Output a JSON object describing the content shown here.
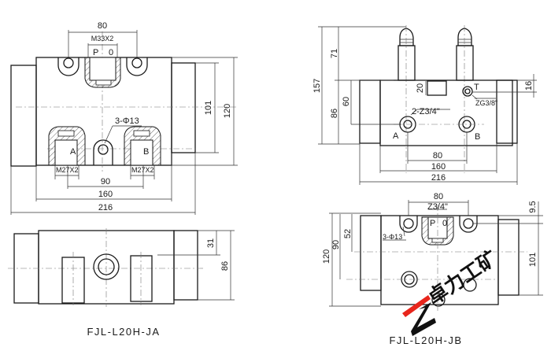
{
  "drawing": {
    "left_model": {
      "caption": "FJL-L20H-JA",
      "top_view": {
        "dim_top_80": "80",
        "thread_top": "M33X2",
        "port_p": "P",
        "port_o": "0",
        "hole_callout": "3-Φ13",
        "port_a": "A",
        "port_b": "B",
        "thread_a": "M27X2",
        "thread_b": "M27X2",
        "dim_90": "90",
        "dim_160": "160",
        "dim_216": "216",
        "dim_101": "101",
        "dim_120": "120"
      },
      "front_view": {
        "dim_31": "31",
        "dim_86": "86"
      }
    },
    "right_model": {
      "caption": "FJL-L20H-JB",
      "front_view": {
        "dim_157": "157",
        "dim_71": "71",
        "dim_86": "86",
        "dim_60": "60",
        "dim_20": "20",
        "dim_16": "16",
        "port_t": "T",
        "thread_t": "ZG3/8\"",
        "port_callout": "2-Z3/4\"",
        "port_a": "A",
        "port_b": "B",
        "dim_80": "80",
        "dim_160": "160",
        "dim_216": "216"
      },
      "top_view": {
        "dim_80": "80",
        "thread_top": "Z3/4\"",
        "port_p": "P",
        "port_o": "0",
        "hole_callout": "3-Φ13",
        "dim_9_5": "9.5",
        "dim_52": "52",
        "dim_90": "90",
        "dim_120": "120",
        "dim_101": "101"
      }
    },
    "watermark": {
      "text": "卓力工矿",
      "logo_color": "#e8261c",
      "text_color": "#111111"
    }
  }
}
